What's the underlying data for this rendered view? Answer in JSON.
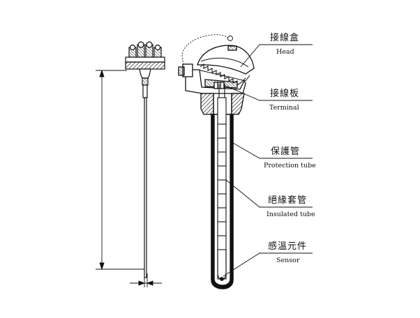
{
  "labels": [
    {
      "id": "head",
      "zh": "接線盒",
      "en": "Head"
    },
    {
      "id": "terminal",
      "zh": "接線板",
      "en": "Terminal"
    },
    {
      "id": "protection",
      "zh": "保護管",
      "en": "Protection tube"
    },
    {
      "id": "insulated",
      "zh": "絕緣套管",
      "en": "Insulated tube"
    },
    {
      "id": "sensor",
      "zh": "感溫元件",
      "en": "Sensor"
    }
  ],
  "colors": {
    "line": "#111111",
    "background": "#ffffff"
  }
}
